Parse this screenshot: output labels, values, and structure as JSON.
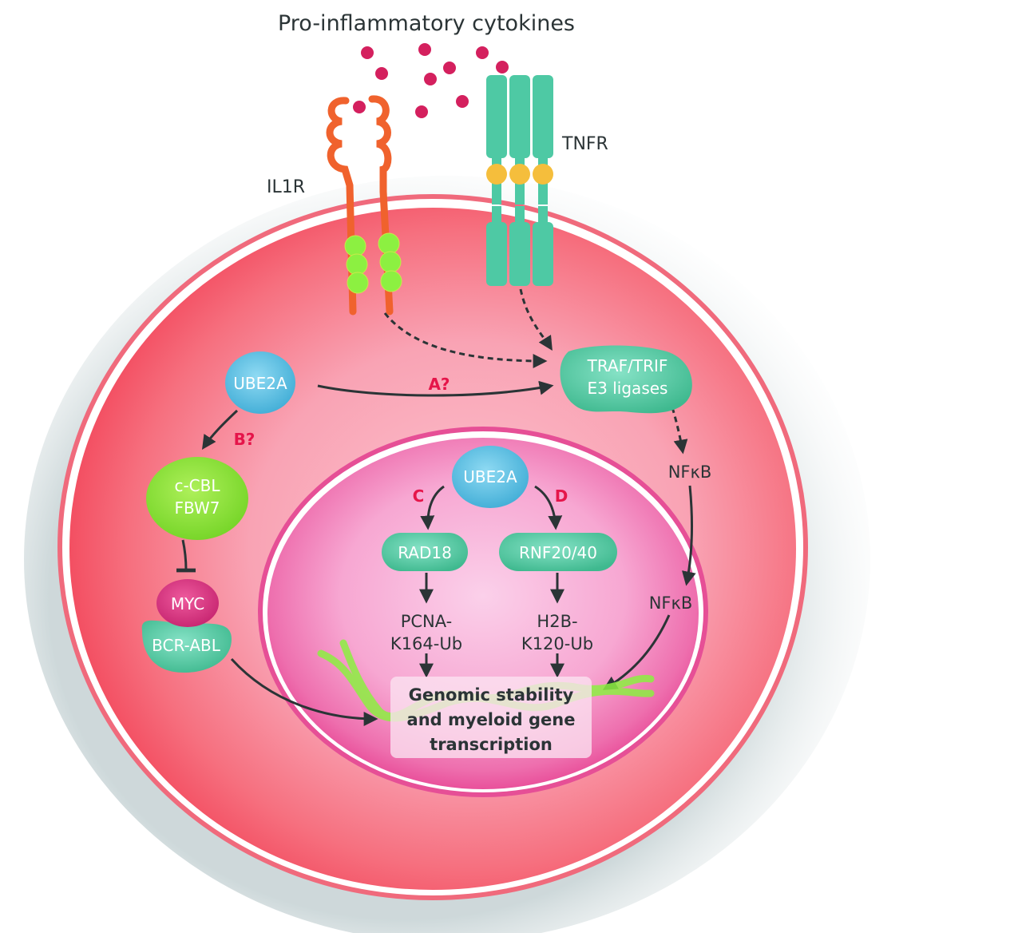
{
  "title": "Pro-inflammatory cytokines",
  "receptors": {
    "il1r": {
      "label": "IL1R"
    },
    "tnfr": {
      "label": "TNFR"
    }
  },
  "cytoplasm": {
    "ube2a": "UBE2A",
    "traf_line1": "TRAF/TRIF",
    "traf_line2": "E3 ligases",
    "cbl_line1": "c-CBL",
    "cbl_line2": "FBW7",
    "myc": "MYC",
    "bcr_abl": "BCR-ABL",
    "nfkb_cyto": "NFκB"
  },
  "pathway_labels": {
    "a": "A?",
    "b": "B?",
    "c": "C",
    "d": "D"
  },
  "nucleus": {
    "ube2a": "UBE2A",
    "rad18": "RAD18",
    "rnf": "RNF20/40",
    "pcna_line1": "PCNA-",
    "pcna_line2": "K164-Ub",
    "h2b_line1": "H2B-",
    "h2b_line2": "K120-Ub",
    "nfkb_nuc": "NFκB",
    "outcome_line1": "Genomic stability",
    "outcome_line2": "and myeloid gene",
    "outcome_line3": "transcription"
  },
  "colors": {
    "cell": "#f7566a",
    "nucleus": "#ef5c9c",
    "ube2a": "#5bc3e6",
    "e3_teal": "#4ec9a4",
    "cbl_green": "#8ce63a",
    "myc_magenta": "#d93a82",
    "il1r_orange": "#f0622d",
    "domain_green": "#8cf041",
    "tnfr_yellow": "#f5be3c",
    "cytokine": "#d4205e",
    "pathway_red": "#e5154a",
    "arrow": "#2b3436"
  }
}
